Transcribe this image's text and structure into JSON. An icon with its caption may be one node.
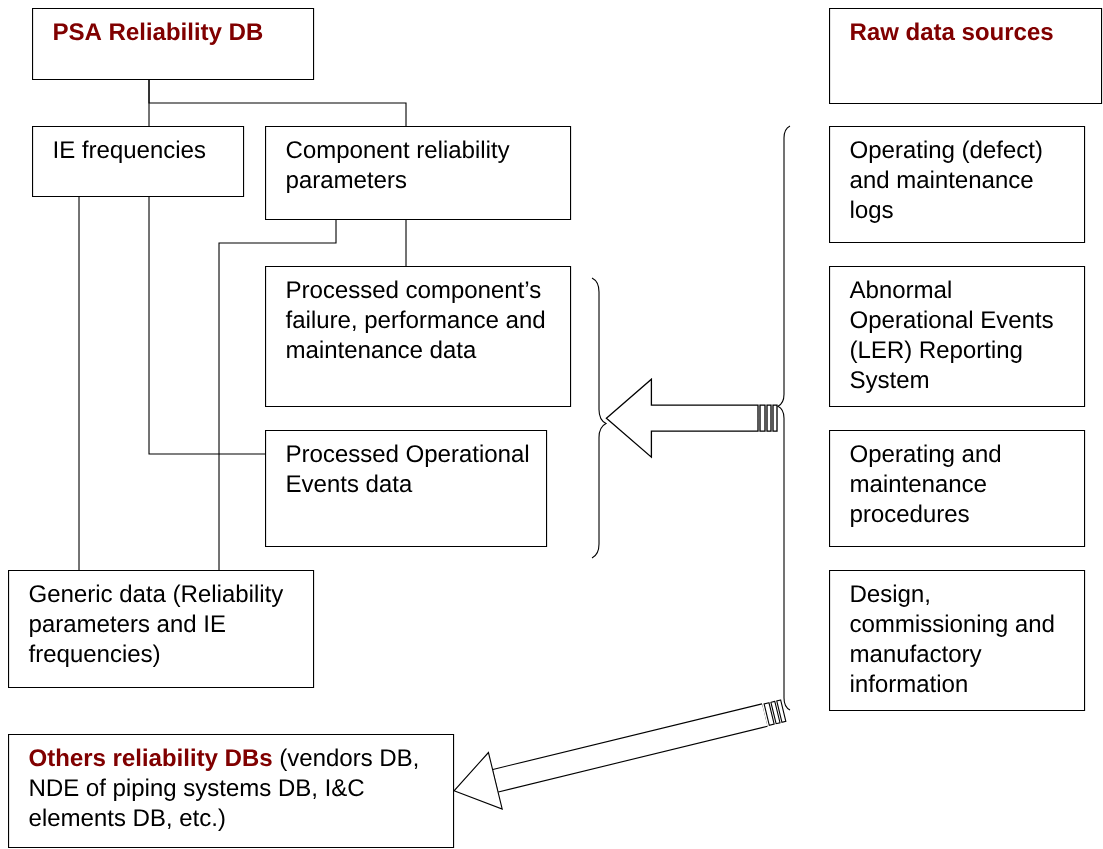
{
  "diagram": {
    "nodes": [
      {
        "text": [
          "PSA Reliability DB"
        ]
      },
      {
        "text": [
          "IE frequencies"
        ]
      },
      {
        "text": [
          "Component reliability parameters"
        ]
      },
      {
        "text": [
          "Processed component’s failure, performance and maintenance data"
        ]
      },
      {
        "text": [
          "Processed Operational Events data"
        ]
      },
      {
        "text": [
          "Generic data (Reliability parameters and IE frequencies)"
        ]
      },
      {
        "text": [
          "Others reliability DBs",
          "(vendors DB, NDE of piping systems DB, I&C elements DB, etc.)"
        ]
      },
      {
        "text": [
          "Raw data sources"
        ]
      },
      {
        "text": [
          "Operating (defect) and maintenance logs"
        ]
      },
      {
        "text": [
          "Abnormal Operational Events (LER) Reporting System"
        ]
      },
      {
        "text": [
          "Operating and maintenance procedures"
        ]
      },
      {
        "text": [
          "Design, commissioning and manufactory information"
        ]
      },
      {
        "text": [],
        "shape": "brace"
      },
      {
        "text": [],
        "shape": "brace"
      }
    ],
    "edges": [
      {
        "from": 0,
        "to": 1,
        "arrow": "none"
      },
      {
        "from": 0,
        "to": 2,
        "arrow": "none"
      },
      {
        "from": 1,
        "to": 5,
        "arrow": "none"
      },
      {
        "from": 1,
        "to": 4,
        "arrow": "none"
      },
      {
        "from": 2,
        "to": 3,
        "arrow": "none"
      },
      {
        "from": 2,
        "to": 5,
        "arrow": "none"
      },
      {
        "from": 12,
        "to": 13,
        "arrow": "to",
        "style": "thick"
      },
      {
        "from": 12,
        "to": 6,
        "arrow": "to",
        "style": "thick"
      }
    ]
  }
}
